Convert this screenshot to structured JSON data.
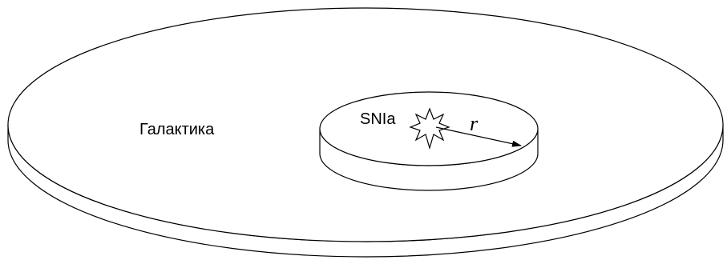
{
  "diagram": {
    "galaxy_label": "Галактика",
    "supernova_label": "SNIa",
    "radius_label": "r"
  }
}
